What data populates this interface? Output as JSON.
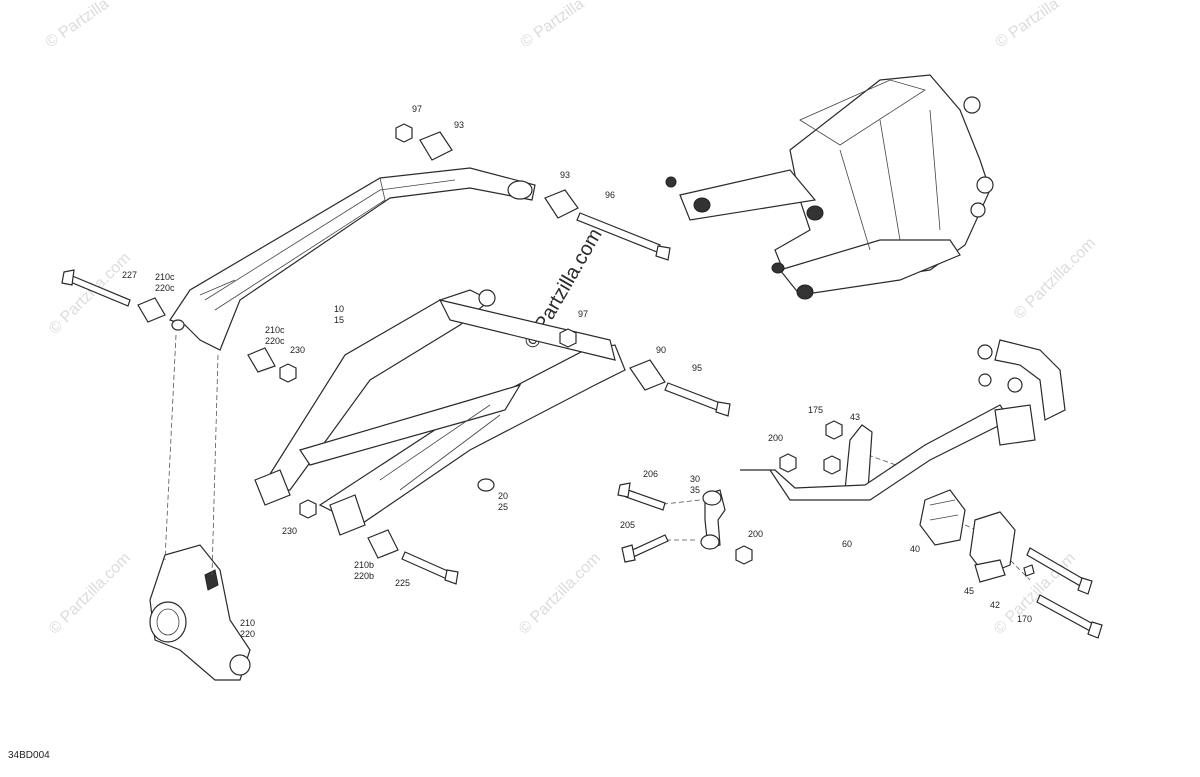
{
  "watermark": {
    "text": "© Partzilla",
    "center_text": "© Partzilla.com",
    "side_text": "© Partzilla.com"
  },
  "diagram_code": "34BD004",
  "callouts": {
    "c97a": "97",
    "c93a": "93",
    "c93b": "93",
    "c96": "96",
    "c227": "227",
    "c210c_a": "210c",
    "c220c_a": "220c",
    "c10": "10",
    "c15": "15",
    "c210c_b": "210c",
    "c220c_b": "220c",
    "c230a": "230",
    "c97b": "97",
    "c90": "90",
    "c95": "95",
    "c20": "20",
    "c25": "25",
    "c230b": "230",
    "c210b": "210b",
    "c220b": "220b",
    "c225": "225",
    "c210": "210",
    "c220": "220",
    "c175": "175",
    "c43": "43",
    "c200a": "200",
    "c206": "206",
    "c30": "30",
    "c35": "35",
    "c205": "205",
    "c200b": "200",
    "c60": "60",
    "c40": "40",
    "c45": "45",
    "c42": "42",
    "c170": "170"
  }
}
